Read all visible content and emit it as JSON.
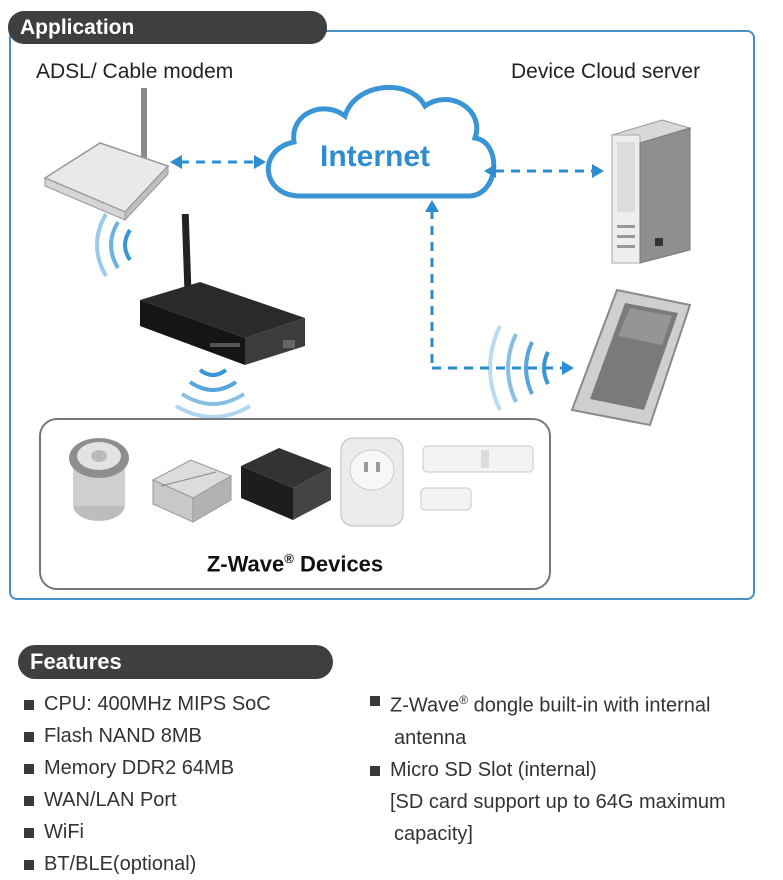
{
  "application": {
    "title": "Application",
    "modem_label": "ADSL/ Cable modem",
    "cloud_server_label": "Device Cloud server",
    "internet_label": "Internet",
    "devices_label_main": "Z-Wave",
    "devices_label_reg": "®",
    "devices_label_tail": " Devices"
  },
  "features": {
    "title": "Features",
    "left": [
      "CPU: 400MHz MIPS SoC",
      "Flash NAND 8MB",
      "Memory DDR2 64MB",
      "WAN/LAN Port",
      "WiFi",
      "BT/BLE(optional)"
    ],
    "right": {
      "zwave_main": "Z-Wave",
      "zwave_reg": "®",
      "zwave_tail": " dongle built-in with internal",
      "zwave_cont": "antenna",
      "sd_main": "Micro SD Slot (internal)",
      "sd_cont1": "[SD card support up to 64G maximum",
      "sd_cont2": "capacity]"
    }
  },
  "colors": {
    "accent_blue": "#2e8ccf",
    "pill_dark": "#3f3f3f",
    "frame_blue": "#4a8fc4"
  }
}
